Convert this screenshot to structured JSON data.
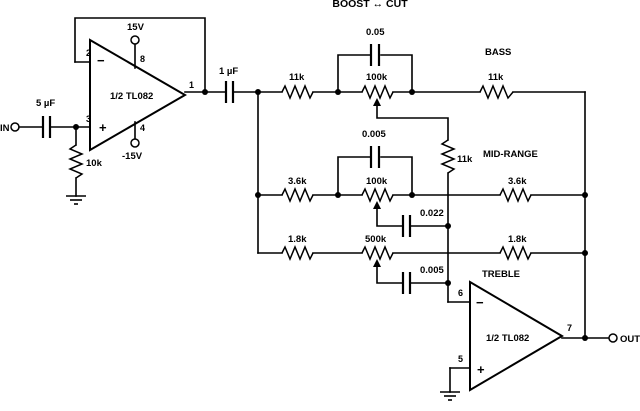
{
  "title": "BOOST ↔ CUT",
  "sections": {
    "bass": "BASS",
    "mid": "MID-RANGE",
    "treble": "TREBLE"
  },
  "opamp1": {
    "label": "1/2 TL082",
    "vplus": "15V",
    "vminus": "-15V",
    "pin_inv": "2",
    "pin_noninv": "3",
    "pin_vplus": "8",
    "pin_vminus": "4",
    "pin_out": "1"
  },
  "opamp2": {
    "label": "1/2 TL082",
    "pin_inv": "6",
    "pin_noninv": "5",
    "pin_out": "7"
  },
  "input": {
    "label": "IN",
    "cap": "5 µF",
    "res": "10k"
  },
  "coupling_cap": "1 µF",
  "output": {
    "label": "OUT"
  },
  "bass": {
    "r_left": "11k",
    "pot": "100k",
    "cap": "0.05",
    "r_right": "11k",
    "r_feed": "11k"
  },
  "mid": {
    "r_left": "3.6k",
    "pot": "100k",
    "cap_top": "0.005",
    "r_right": "3.6k",
    "cap_wiper": "0.022"
  },
  "treble": {
    "r_left": "1.8k",
    "pot": "500k",
    "r_right": "1.8k",
    "cap_wiper": "0.005"
  }
}
